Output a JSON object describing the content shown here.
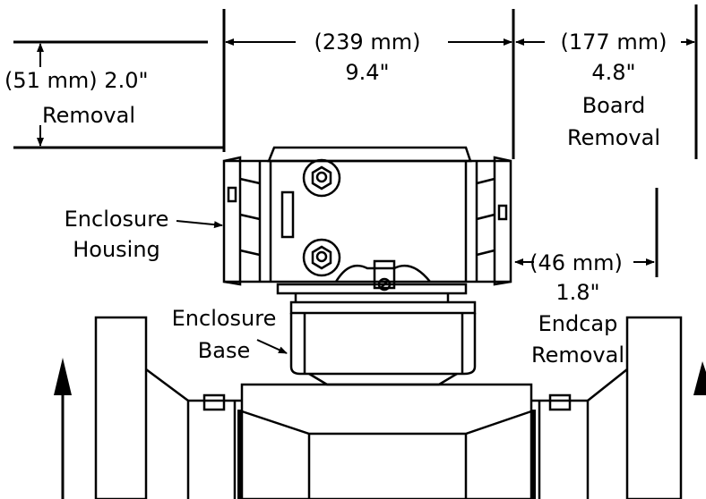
{
  "dimensions": {
    "removal_top": {
      "metric": "(51 mm)",
      "imperial": "2.0\"",
      "caption": "Removal"
    },
    "housing_width": {
      "metric": "(239 mm)",
      "imperial": "9.4\""
    },
    "board_removal": {
      "metric": "(177 mm)",
      "imperial": "4.8\"",
      "caption_line1": "Board",
      "caption_line2": "Removal"
    },
    "endcap_removal": {
      "metric": "(46 mm)",
      "imperial": "1.8\"",
      "caption_line1": "Endcap",
      "caption_line2": "Removal"
    }
  },
  "callouts": {
    "housing": {
      "line1": "Enclosure",
      "line2": "Housing"
    },
    "base": {
      "line1": "Enclosure",
      "line2": "Base"
    }
  }
}
